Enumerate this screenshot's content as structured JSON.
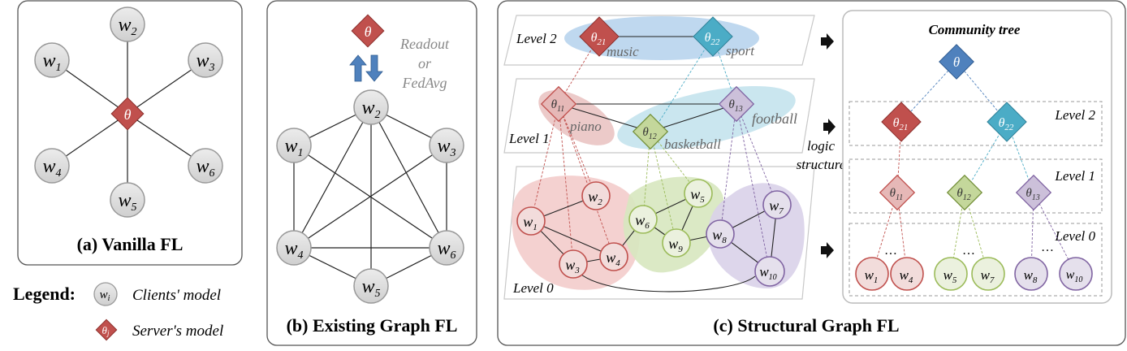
{
  "panel_a": {
    "caption": "(a) Vanilla FL",
    "center": "θ",
    "clients": [
      "w",
      "w",
      "w",
      "w",
      "w",
      "w"
    ],
    "client_subs": [
      "2",
      "1",
      "3",
      "4",
      "6",
      "5"
    ]
  },
  "legend": {
    "title": "Legend:",
    "client_symbol": "w",
    "client_sub": "i",
    "client_label": "Clients' model",
    "server_symbol": "θ",
    "server_sub": "j",
    "server_label": "Server's model"
  },
  "panel_b": {
    "caption": "(b) Existing Graph FL",
    "server": "θ",
    "readout_lines": [
      "Readout",
      "or",
      "FedAvg"
    ],
    "clients": [
      "w",
      "w",
      "w",
      "w",
      "w",
      "w"
    ],
    "client_subs": [
      "2",
      "1",
      "3",
      "4",
      "6",
      "5"
    ]
  },
  "panel_c": {
    "caption": "(c) Structural Graph FL",
    "level2_label": "Level 2",
    "level1_label": "Level 1",
    "level0_label": "Level 0",
    "theta21_sub": "21",
    "theta22_sub": "22",
    "theta11_sub": "11",
    "theta12_sub": "12",
    "theta13_sub": "13",
    "music": "music",
    "sport": "sport",
    "piano": "piano",
    "basketball": "basketball",
    "football": "football",
    "logic_lines": [
      "logic",
      "structure"
    ],
    "w_subs": [
      "1",
      "2",
      "3",
      "4",
      "5",
      "6",
      "7",
      "8",
      "9",
      "10"
    ],
    "tree": {
      "title": "Community tree",
      "root": "θ",
      "level2": "Level 2",
      "level1": "Level 1",
      "level0": "Level 0",
      "ellipsis": "…",
      "leaf_subs": [
        "1",
        "4",
        "5",
        "7",
        "8",
        "10"
      ]
    }
  },
  "colors": {
    "client_fill": "#d9d9d9",
    "server_red": "#c0504d",
    "blue": "#4f81bd",
    "teal": "#4bacc6",
    "green": "#9bbb59",
    "purple": "#8064a2"
  }
}
